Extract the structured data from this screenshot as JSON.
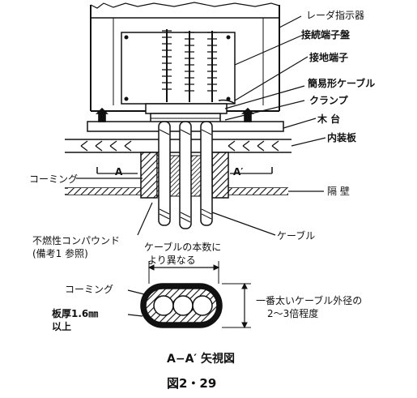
{
  "labels": {
    "radar_display": "レーダ指示器",
    "terminal_board": "接続端子盤",
    "ground_terminal": "接地端子",
    "simple_cable_clamp_1": "簡易形ケーブル",
    "simple_cable_clamp_2": "クランプ",
    "wooden_base": "木 台",
    "inner_panel": "内装板",
    "coaming": "コーミング",
    "section_a": "A",
    "section_a_prime": "A′",
    "bulkhead": "隔 壁",
    "cable": "ケーブル",
    "compound_1": "不燃性コンパウンド",
    "compound_2": "(備考1 参照)",
    "cable_count_1": "ケーブルの本数に",
    "cable_count_2": "より異なる",
    "coaming_lower": "コーミング",
    "plate_thickness_1": "板厚1.6㎜",
    "plate_thickness_2": "以上",
    "largest_cable_1": "一番太いケーブル外径の",
    "largest_cable_2": "2～3倍程度"
  },
  "captions": {
    "view_title": "A−A′ 矢視図",
    "figure_number": "図2・29"
  }
}
